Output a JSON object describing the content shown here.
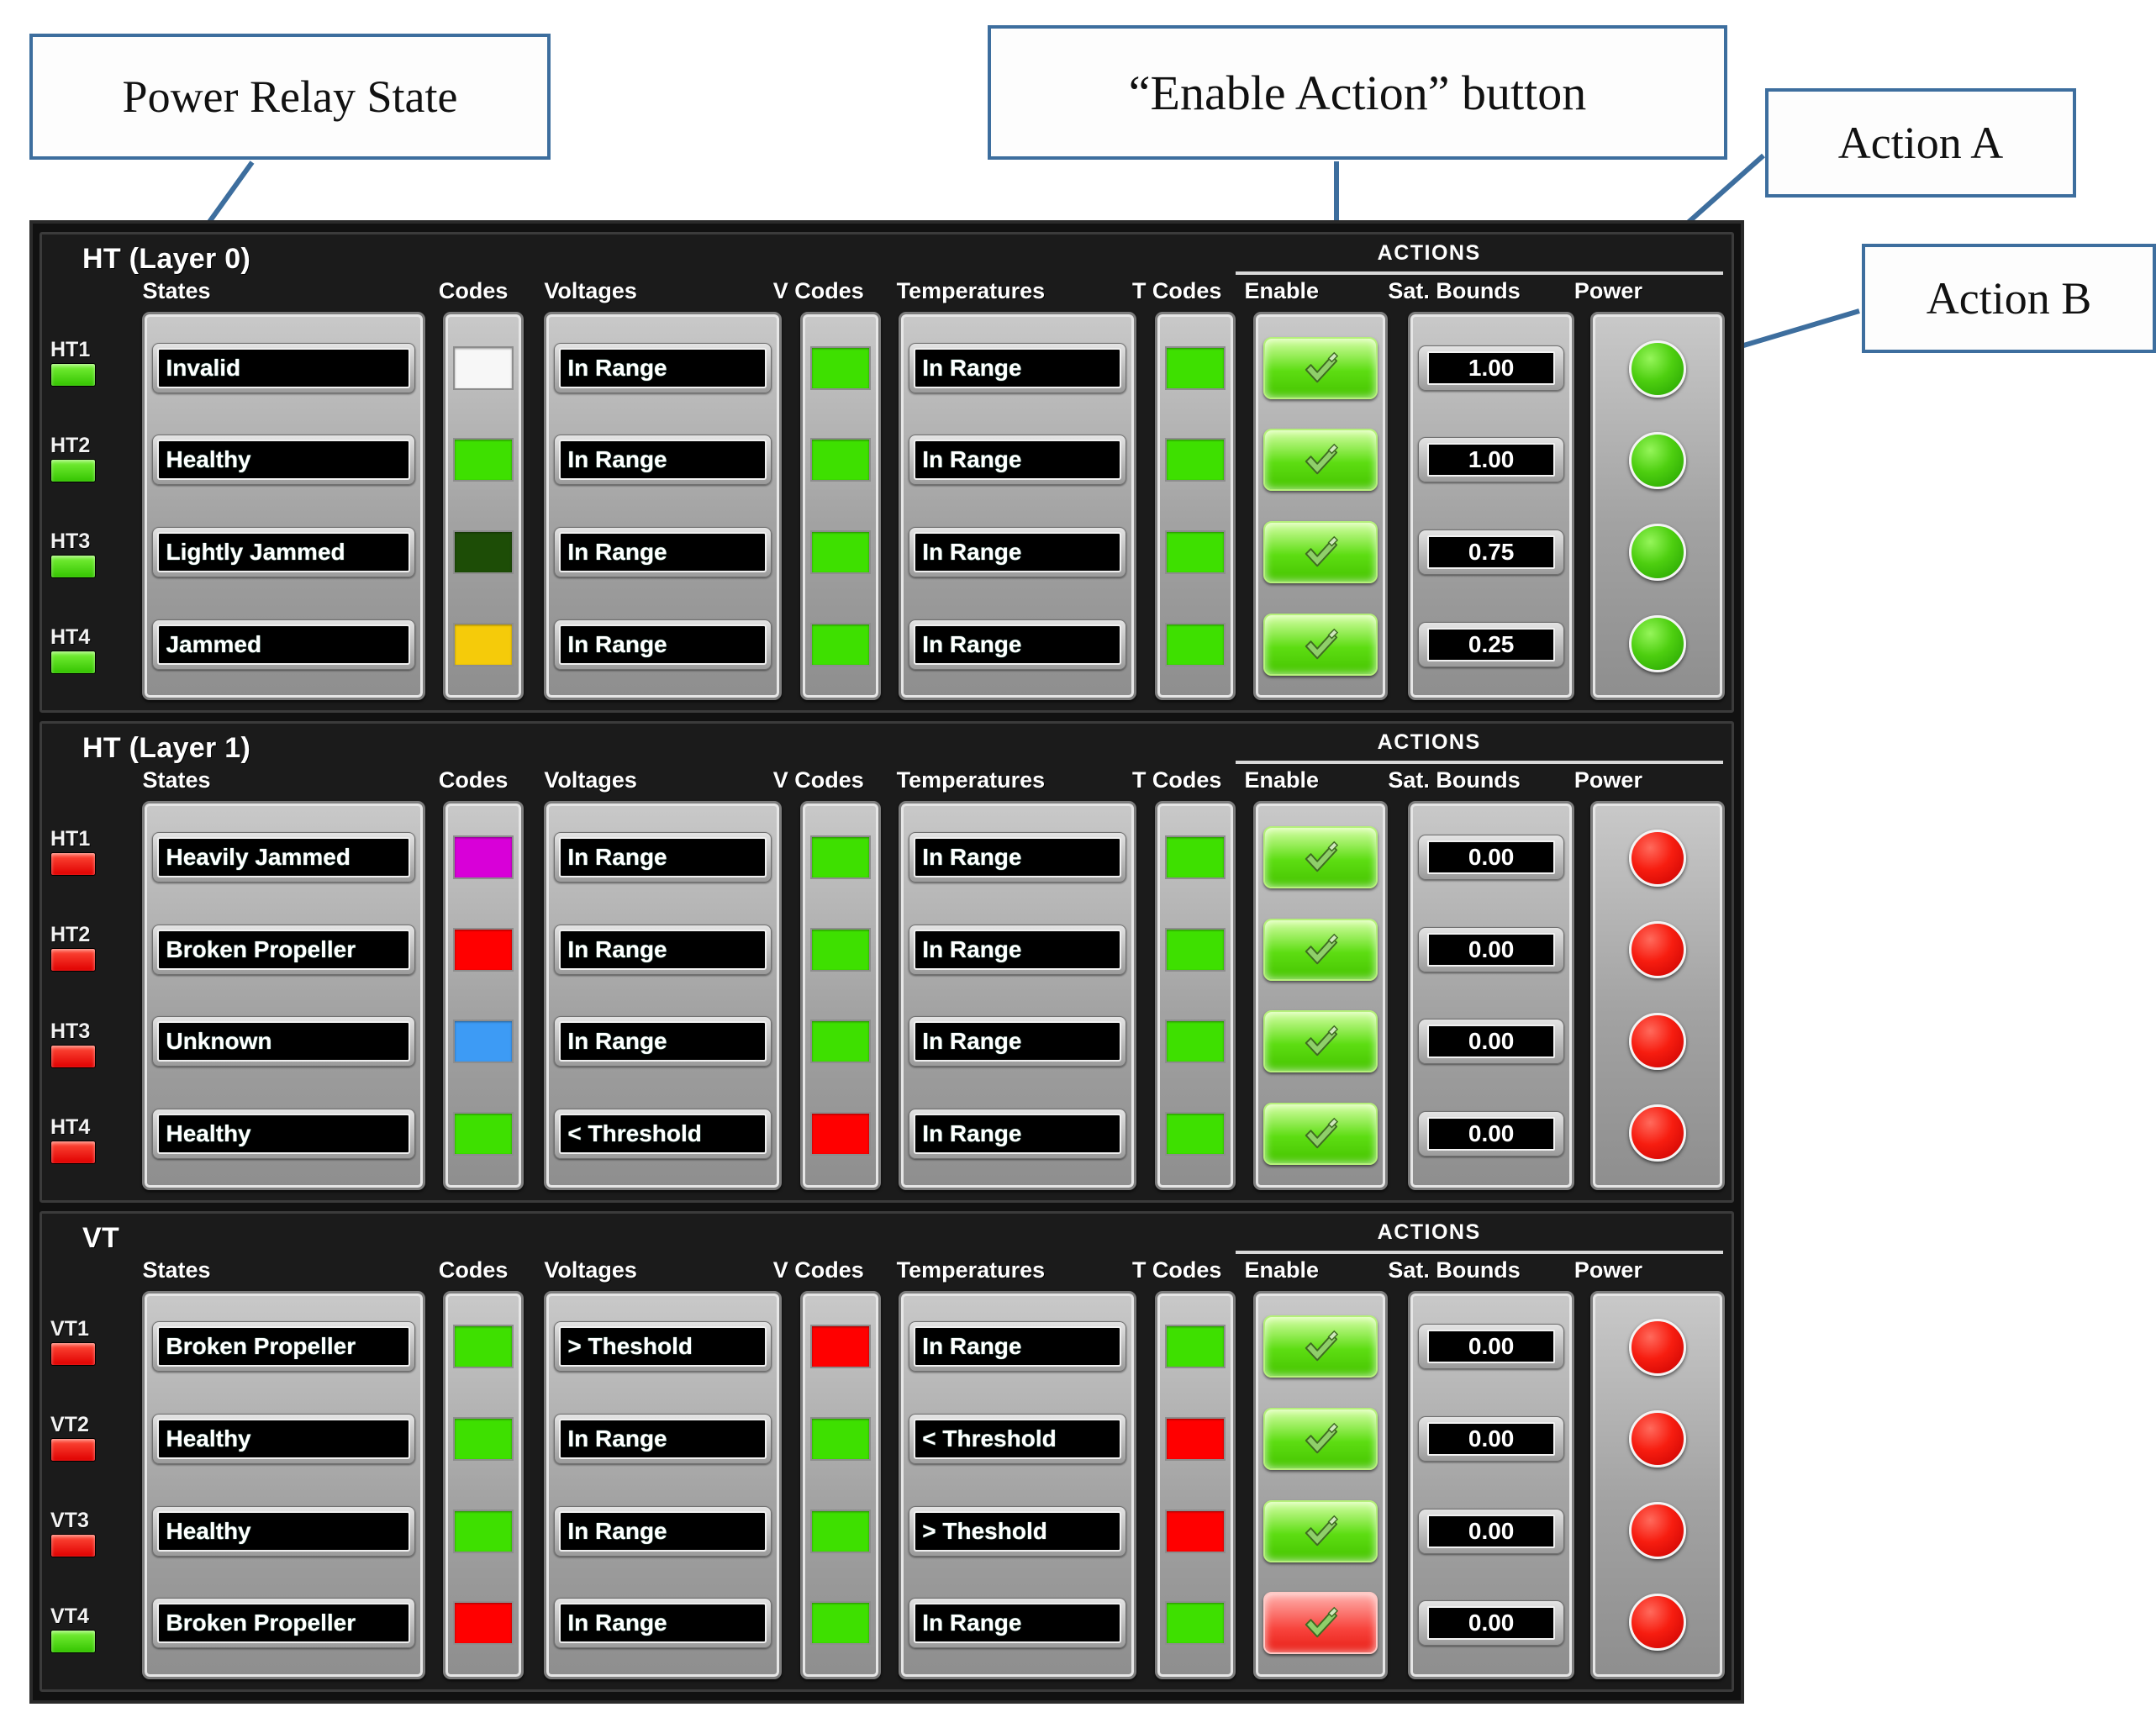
{
  "annotations": [
    {
      "id": "power-relay",
      "text": "Power Relay State"
    },
    {
      "id": "enable-action",
      "text": "“Enable Action” button"
    },
    {
      "id": "action-a",
      "text": "Action A"
    },
    {
      "id": "action-b",
      "text": "Action B"
    }
  ],
  "columns": {
    "states": "States",
    "codes": "Codes",
    "voltages": "Voltages",
    "v_codes": "V Codes",
    "temperatures": "Temperatures",
    "t_codes": "T Codes",
    "actions": "ACTIONS",
    "enable": "Enable",
    "sat_bounds": "Sat. Bounds",
    "power": "Power"
  },
  "colors": {
    "green": "#3ee000",
    "red": "#ff0000",
    "white": "#f7f7f7",
    "dark_green": "#1d4d06",
    "gold": "#f5cb0a",
    "magenta": "#d800d8",
    "blue": "#3d9bf5"
  },
  "panels": [
    {
      "title": "HT (Layer 0)",
      "rows": [
        {
          "id": "HT1",
          "relay": "green",
          "state": "Invalid",
          "code": "#f7f7f7",
          "voltage": "In Range",
          "v_code": "#3ee000",
          "temperature": "In Range",
          "t_code": "#3ee000",
          "enable": "on",
          "sat_bound": "1.00",
          "power": "green"
        },
        {
          "id": "HT2",
          "relay": "green",
          "state": "Healthy",
          "code": "#3ee000",
          "voltage": "In Range",
          "v_code": "#3ee000",
          "temperature": "In Range",
          "t_code": "#3ee000",
          "enable": "on",
          "sat_bound": "1.00",
          "power": "green"
        },
        {
          "id": "HT3",
          "relay": "green",
          "state": "Lightly Jammed",
          "code": "#1d4d06",
          "voltage": "In Range",
          "v_code": "#3ee000",
          "temperature": "In Range",
          "t_code": "#3ee000",
          "enable": "on",
          "sat_bound": "0.75",
          "power": "green"
        },
        {
          "id": "HT4",
          "relay": "green",
          "state": "Jammed",
          "code": "#f5cb0a",
          "voltage": "In Range",
          "v_code": "#3ee000",
          "temperature": "In Range",
          "t_code": "#3ee000",
          "enable": "on",
          "sat_bound": "0.25",
          "power": "green"
        }
      ]
    },
    {
      "title": "HT (Layer 1)",
      "rows": [
        {
          "id": "HT1",
          "relay": "red",
          "state": "Heavily Jammed",
          "code": "#d800d8",
          "voltage": "In Range",
          "v_code": "#3ee000",
          "temperature": "In Range",
          "t_code": "#3ee000",
          "enable": "on",
          "sat_bound": "0.00",
          "power": "red"
        },
        {
          "id": "HT2",
          "relay": "red",
          "state": "Broken Propeller",
          "code": "#ff0000",
          "voltage": "In Range",
          "v_code": "#3ee000",
          "temperature": "In Range",
          "t_code": "#3ee000",
          "enable": "on",
          "sat_bound": "0.00",
          "power": "red"
        },
        {
          "id": "HT3",
          "relay": "red",
          "state": "Unknown",
          "code": "#3d9bf5",
          "voltage": "In Range",
          "v_code": "#3ee000",
          "temperature": "In Range",
          "t_code": "#3ee000",
          "enable": "on",
          "sat_bound": "0.00",
          "power": "red"
        },
        {
          "id": "HT4",
          "relay": "red",
          "state": "Healthy",
          "code": "#3ee000",
          "voltage": "< Threshold",
          "v_code": "#ff0000",
          "temperature": "In Range",
          "t_code": "#3ee000",
          "enable": "on",
          "sat_bound": "0.00",
          "power": "red"
        }
      ]
    },
    {
      "title": "VT",
      "rows": [
        {
          "id": "VT1",
          "relay": "red",
          "state": "Broken Propeller",
          "code": "#3ee000",
          "voltage": "> Theshold",
          "v_code": "#ff0000",
          "temperature": "In Range",
          "t_code": "#3ee000",
          "enable": "on",
          "sat_bound": "0.00",
          "power": "red"
        },
        {
          "id": "VT2",
          "relay": "red",
          "state": "Healthy",
          "code": "#3ee000",
          "voltage": "In Range",
          "v_code": "#3ee000",
          "temperature": "< Threshold",
          "t_code": "#ff0000",
          "enable": "on",
          "sat_bound": "0.00",
          "power": "red"
        },
        {
          "id": "VT3",
          "relay": "red",
          "state": "Healthy",
          "code": "#3ee000",
          "voltage": "In Range",
          "v_code": "#3ee000",
          "temperature": "> Theshold",
          "t_code": "#ff0000",
          "enable": "on",
          "sat_bound": "0.00",
          "power": "red"
        },
        {
          "id": "VT4",
          "relay": "green",
          "state": "Broken Propeller",
          "code": "#ff0000",
          "voltage": "In Range",
          "v_code": "#3ee000",
          "temperature": "In Range",
          "t_code": "#3ee000",
          "enable": "off",
          "sat_bound": "0.00",
          "power": "red"
        }
      ]
    }
  ]
}
